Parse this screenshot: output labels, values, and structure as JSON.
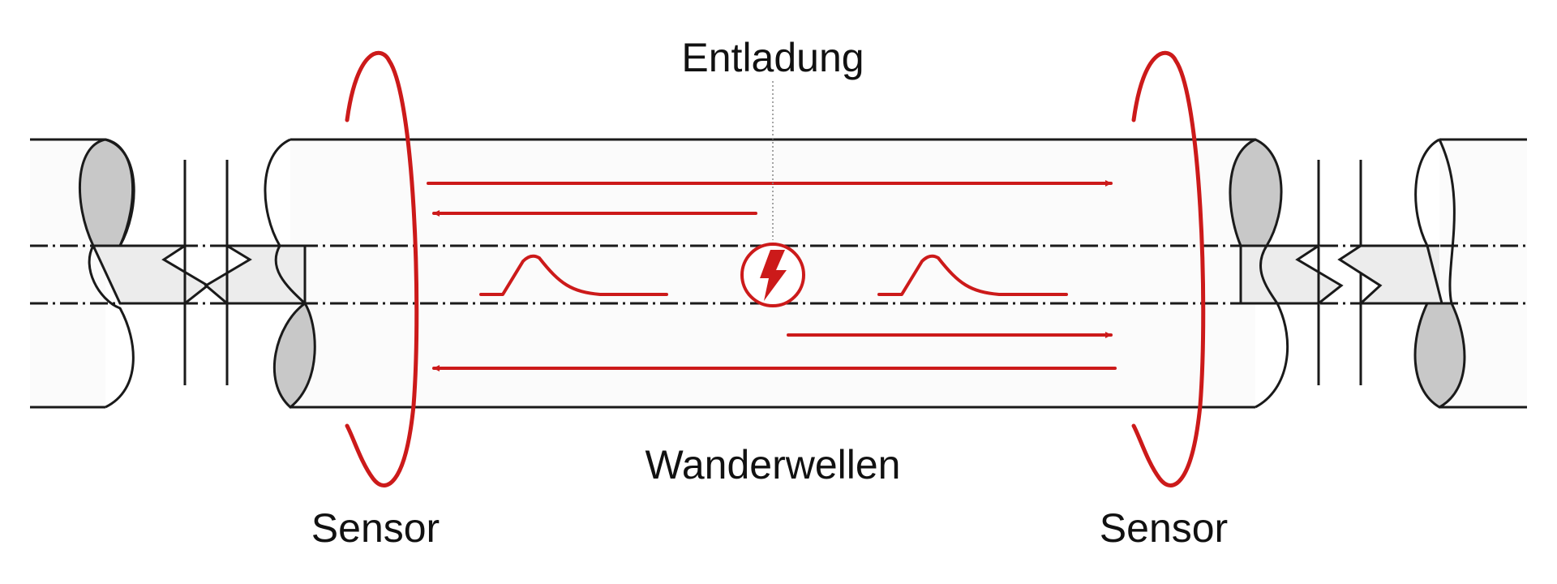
{
  "labels": {
    "discharge": "Entladung",
    "travelling_waves": "Wanderwellen",
    "sensor_left": "Sensor",
    "sensor_right": "Sensor"
  },
  "colors": {
    "accent": "#cc1a1a",
    "line": "#1a1a1a",
    "pipe_fill": "#fbfbfb",
    "conductor_fill": "#ececec",
    "cut_fill": "#c8c8c8"
  },
  "icons": {
    "discharge": "lightning-bolt-icon"
  }
}
